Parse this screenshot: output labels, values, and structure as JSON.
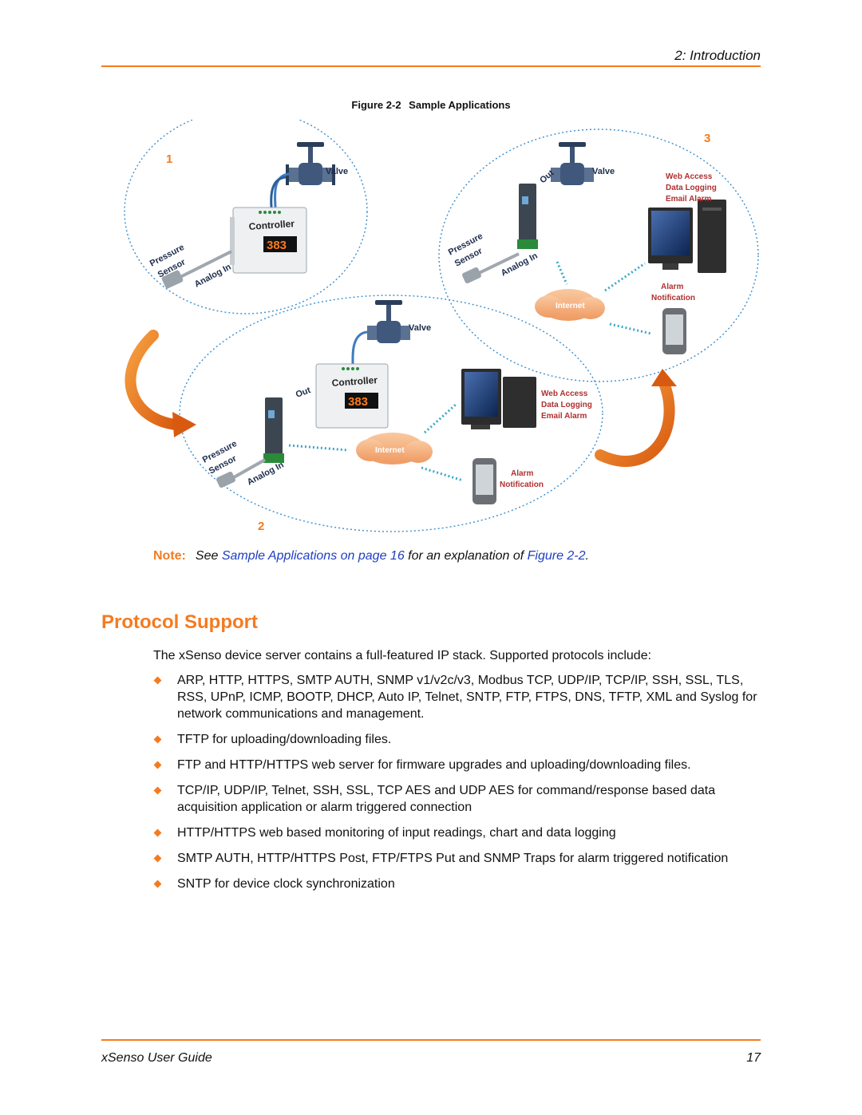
{
  "header": {
    "chapter": "2: Introduction"
  },
  "figure": {
    "caption_label": "Figure 2-2",
    "caption_title": "Sample Applications",
    "scenario_numbers": [
      "1",
      "2",
      "3"
    ],
    "labels": {
      "valve": "Valve",
      "controller": "Controller",
      "display": "383",
      "pressure": "Pressure",
      "sensor": "Sensor",
      "analog_in": "Analog In",
      "out": "Out",
      "internet": "Internet",
      "web_access": "Web Access",
      "data_logging": "Data Logging",
      "email_alarm": "Email Alarm",
      "alarm": "Alarm",
      "notification": "Notification"
    }
  },
  "note": {
    "label": "Note:",
    "text_before": "See ",
    "link1": "Sample Applications on page 16",
    "text_middle": " for an explanation of ",
    "link2": "Figure 2-2",
    "text_after": "."
  },
  "section": {
    "title": "Protocol Support",
    "intro": "The xSenso device server contains a full-featured IP stack. Supported protocols include:",
    "bullets": [
      "ARP, HTTP, HTTPS, SMTP AUTH, SNMP v1/v2c/v3, Modbus TCP, UDP/IP, TCP/IP, SSH, SSL, TLS, RSS, UPnP, ICMP, BOOTP, DHCP, Auto IP, Telnet, SNTP, FTP, FTPS, DNS, TFTP, XML and Syslog for network communications and management.",
      "TFTP for uploading/downloading files.",
      "FTP and HTTP/HTTPS web server for firmware upgrades and uploading/downloading files.",
      "TCP/IP, UDP/IP, Telnet, SSH, SSL, TCP AES and UDP AES for command/response based data acquisition application or alarm triggered connection",
      "HTTP/HTTPS web based monitoring of input readings, chart and data logging",
      "SMTP AUTH, HTTP/HTTPS Post, FTP/FTPS Put and SNMP Traps for alarm triggered notification",
      "SNTP for device clock synchronization"
    ]
  },
  "footer": {
    "guide_title": "xSenso User Guide",
    "page_number": "17"
  },
  "colors": {
    "accent": "#f47b20",
    "link": "#1f3fbf",
    "dotted_circle": "#3a8fd0",
    "alarm_text": "#b03030"
  }
}
